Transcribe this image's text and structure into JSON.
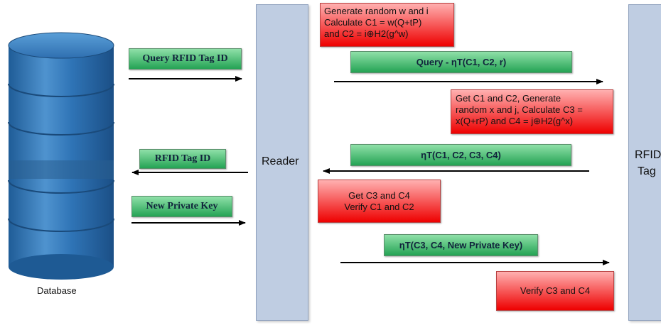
{
  "database": {
    "label": "Database"
  },
  "reader": {
    "label": "Reader"
  },
  "tag": {
    "line1": "RFID",
    "line2": "Tag"
  },
  "left_messages": {
    "query_tag_id": "Query RFID Tag ID",
    "tag_id": "RFID Tag ID",
    "new_private_key": "New Private Key"
  },
  "right_messages": {
    "query": "Query - ηT(C1, C2, r)",
    "tag_response": "ηT(C1, C2, C3, C4)",
    "reader_final": "ηT(C3, C4, New Private Key)"
  },
  "steps": {
    "reader_generate": {
      "line1": "Generate random w and i",
      "line2": "Calculate C1 = w(Q+tP)",
      "line3": "and C2 = i⊕H2(g^w)"
    },
    "tag_generate": {
      "line1": "Get C1 and C2, Generate",
      "line2": "random x and j,  Calculate C3 =",
      "line3": "x(Q+rP) and C4 = j⊕H2(g^x)"
    },
    "reader_verify": {
      "line1": "Get C3 and C4",
      "line2": "Verify C1 and C2"
    },
    "tag_verify": {
      "line1": "Verify C3 and C4"
    }
  },
  "colors": {
    "pillar": "#bfcde2",
    "green": "#24a354",
    "red": "#ee0000",
    "cylinder": "#2f6fb0"
  }
}
